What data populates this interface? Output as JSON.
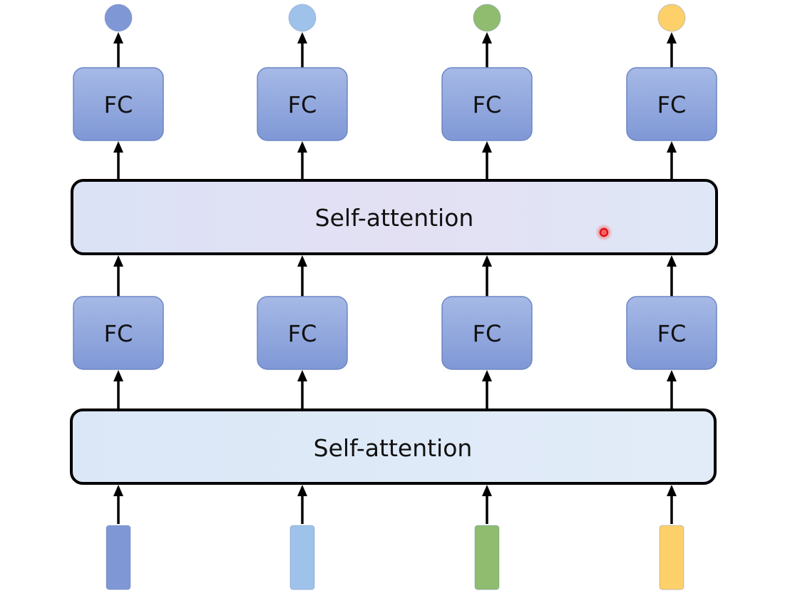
{
  "diagram": {
    "layers": {
      "top_attention": {
        "label": "Self-attention"
      },
      "bottom_attention": {
        "label": "Self-attention"
      }
    },
    "fc_label": "FC",
    "columns": [
      {
        "id": "col-1",
        "color": "#7f97d4",
        "fc_top_label": "FC",
        "fc_bottom_label": "FC"
      },
      {
        "id": "col-2",
        "color": "#9ec2ea",
        "fc_top_label": "FC",
        "fc_bottom_label": "FC"
      },
      {
        "id": "col-3",
        "color": "#8fbc6e",
        "fc_top_label": "FC",
        "fc_bottom_label": "FC"
      },
      {
        "id": "col-4",
        "color": "#fdd06a",
        "fc_top_label": "FC",
        "fc_bottom_label": "FC"
      }
    ],
    "colors": {
      "fc_fill": "#8ea6dc",
      "fc_stroke": "#6d86c4",
      "arrow": "#000000",
      "top_attention_fill": "#d9def4",
      "bottom_attention_fill": "#dbe8f7",
      "pointer": "#ff2a2a"
    }
  }
}
